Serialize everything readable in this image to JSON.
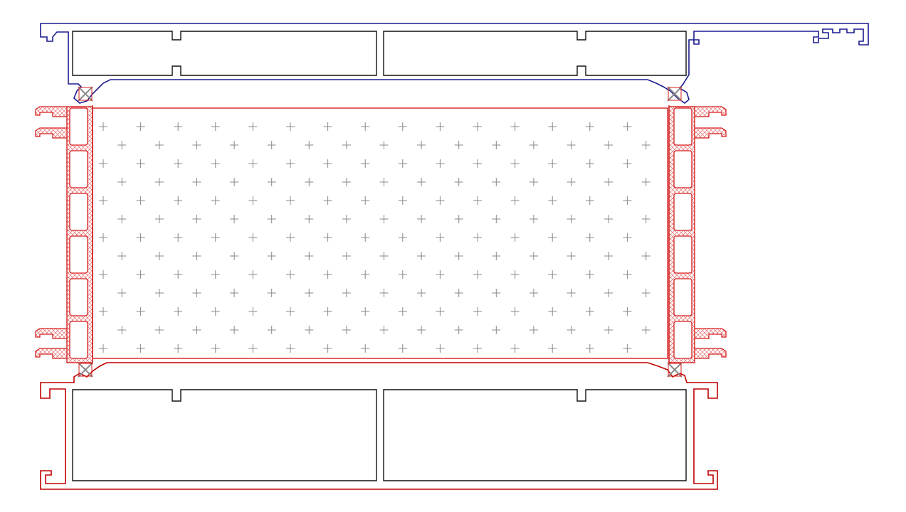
{
  "colors": {
    "background": "#ffffff",
    "top_profile": "#1b1b8f",
    "bottom_profile": "#c00000",
    "side_profile": "#d62020",
    "chamber_outline": "#111111",
    "infill_hatch": "#888888",
    "seal_gray": "#8a8a8a"
  },
  "parts": {
    "top_profile": "top-extrusion-profile",
    "bottom_profile": "bottom-extrusion-profile",
    "left_profile": "left-side-profile",
    "right_profile": "right-side-profile",
    "infill_panel": "insulated-infill-panel"
  }
}
